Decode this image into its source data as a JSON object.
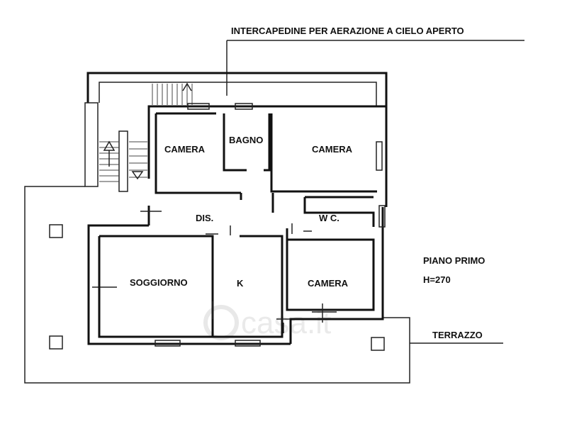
{
  "header": {
    "annotation": "INTERCAPEDINE PER AERAZIONE A CIELO APERTO"
  },
  "rooms": {
    "camera_top_left": "CAMERA",
    "bagno": "BAGNO",
    "camera_top_right": "CAMERA",
    "dis": "DIS.",
    "wc": "W C.",
    "soggiorno": "SOGGIORNO",
    "kitchen": "K",
    "camera_bottom_right": "CAMERA"
  },
  "floor_info": {
    "piano": "PIANO PRIMO",
    "height": "H=270"
  },
  "terrace": {
    "label": "TERRAZZO"
  },
  "watermark": {
    "text": "casa.it"
  }
}
